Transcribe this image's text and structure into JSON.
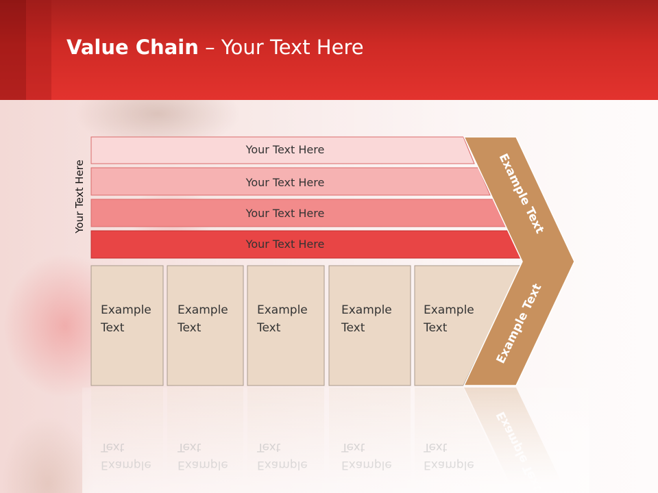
{
  "header": {
    "title_bold": "Value Chain",
    "title_rest": " – Your Text Here"
  },
  "side_label": "Your Text Here",
  "bands": [
    {
      "label": "Your Text Here",
      "color": "#fad8d8"
    },
    {
      "label": "Your Text Here",
      "color": "#f6b2b2"
    },
    {
      "label": "Your Text Here",
      "color": "#f28b8b"
    },
    {
      "label": "Your Text Here",
      "color": "#e84545"
    }
  ],
  "columns": [
    {
      "line1": "Example",
      "line2": "Text"
    },
    {
      "line1": "Example",
      "line2": "Text"
    },
    {
      "line1": "Example",
      "line2": "Text"
    },
    {
      "line1": "Example",
      "line2": "Text"
    },
    {
      "line1": "Example",
      "line2": "Text"
    }
  ],
  "column_color": "#ebd8c6",
  "chevron": {
    "upper_label": "Example Text",
    "lower_label": "Example Text",
    "color": "#c8915e"
  }
}
